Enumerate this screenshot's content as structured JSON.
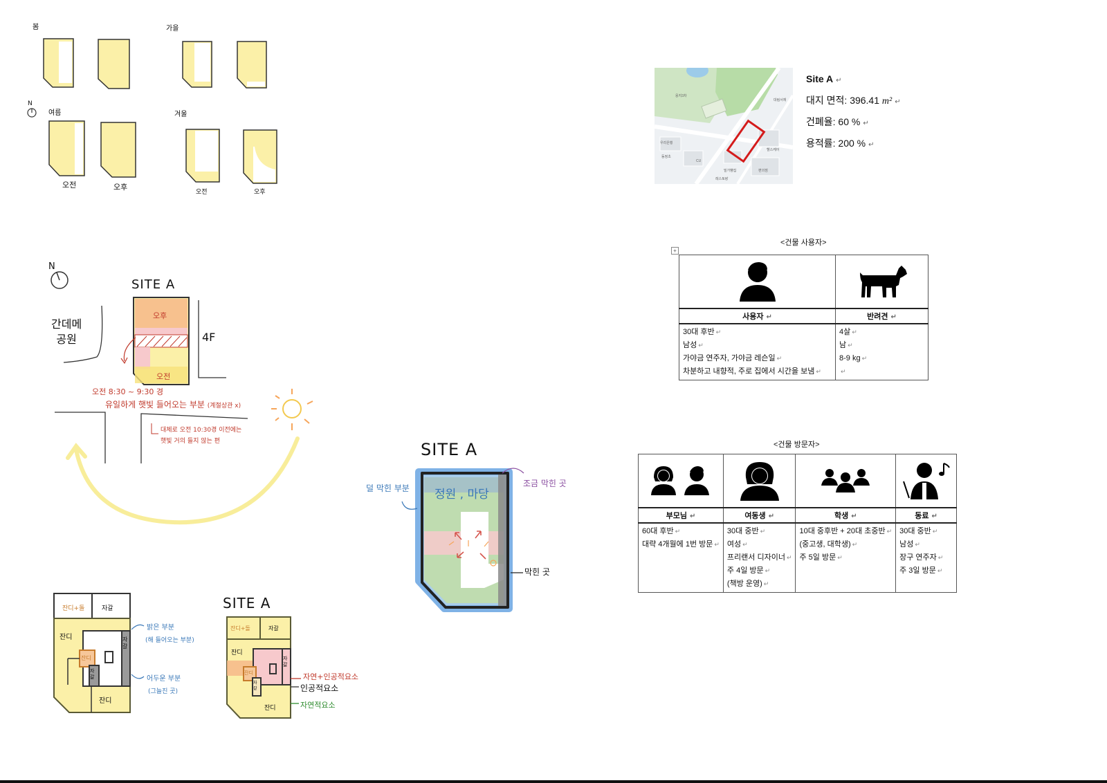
{
  "sketch_seasons": {
    "labels": {
      "spring": "봄",
      "autumn": "가을",
      "summer": "여름",
      "winter": "겨울",
      "north": "N"
    },
    "time_labels": {
      "am1": "오전",
      "pm1": "오후",
      "am2": "오전",
      "pm2": "오후"
    }
  },
  "sketch_site_sun": {
    "north": "N",
    "site_title": "SITE A",
    "park": "간데메\n공원",
    "floor": "4F",
    "pm": "오후",
    "am": "오전",
    "note_time": "오전 8:30 ~ 9:30 경",
    "note_main": "유일하게 햇빛 들어오는 부분",
    "note_season": "(계절상관 x)",
    "note_sub1": "대체로 오전 10:30경 이전에는",
    "note_sub2": "햇빛 거의 들지 않는 편"
  },
  "sketch_garden": {
    "site_title": "SITE A",
    "garden_label": "정원 , 마당",
    "less_blocked": "덜 막힌 부분",
    "slightly_blocked": "조금 막힌 곳",
    "blocked": "막힌 곳"
  },
  "sketch_plan1": {
    "cells": {
      "lawn_path": "잔디+돌",
      "gravel": "자갈",
      "lawn1": "잔디",
      "lawn2": "잔디",
      "lawn3": "잔디",
      "gravel_side": "자갈",
      "gravel_small": "자갈"
    },
    "bright_note": "밝은 부분",
    "bright_sub": "(해 들어오는 부분)",
    "dark_note": "어두운 부분",
    "dark_sub": "(그늘진 곳)"
  },
  "sketch_plan2": {
    "site_title": "SITE A",
    "cells": {
      "lawn_path": "잔디+돌",
      "gravel": "자갈",
      "lawn1": "잔디",
      "lawn2": "잔디",
      "lawn3": "잔디",
      "gravel_side": "자갈",
      "gravel_small": "자갈"
    },
    "note_mixed": "자연+인공적요소",
    "note_artificial": "인공적요소",
    "note_natural": "자연적요소"
  },
  "site_info": {
    "title": "Site A",
    "area_label": "대지 면적: 396.41 ",
    "area_unit": "m²",
    "coverage": "건폐율: 60 %",
    "far": "용적률: 200 %",
    "map_labels": [
      "웅지3차",
      "우리은행",
      "동정초",
      "밀가빵집",
      "CU",
      "헬스케어",
      "대림서재",
      "레스토랑",
      "편의점"
    ]
  },
  "users_table": {
    "caption": "<건물 사용자>",
    "headers": [
      "사용자",
      "반려견"
    ],
    "col1": [
      "30대 후반",
      "남성",
      "가야금 연주자, 가야금 레슨일",
      "차분하고 내향적, 주로 집에서 시간을 보냄"
    ],
    "col2": [
      "4살",
      "남",
      "8-9 kg"
    ]
  },
  "visitors_table": {
    "caption": "<건물 방문자>",
    "headers": [
      "부모님",
      "여동생",
      "학생",
      "동료"
    ],
    "col1": [
      "60대 후반",
      "대략 4개월에 1번 방문"
    ],
    "col2": [
      "30대 중반",
      "여성",
      "프리랜서 디자이너",
      "주 4일 방문",
      "(책방 운영)"
    ],
    "col3": [
      "10대 중후반 + 20대 초중반",
      "(중고생, 대학생)",
      "주 5일 방문"
    ],
    "col4": [
      "30대 중반",
      "남성",
      "장구 연주자",
      "주 3일 방문"
    ]
  },
  "colors": {
    "yellow": "#fbf0a8",
    "orange": "#f6c79a",
    "pink": "#f7c9cc",
    "green": "#bfdcb0",
    "blue": "#7fb2e6",
    "red": "#c0392b",
    "map_green": "#bfe0b3",
    "map_road": "#e9eef2"
  },
  "icons": [
    "compass-icon",
    "sun-icon",
    "person-icon",
    "dog-icon",
    "woman-icon",
    "group-icon",
    "musician-icon",
    "table-handle-icon"
  ]
}
